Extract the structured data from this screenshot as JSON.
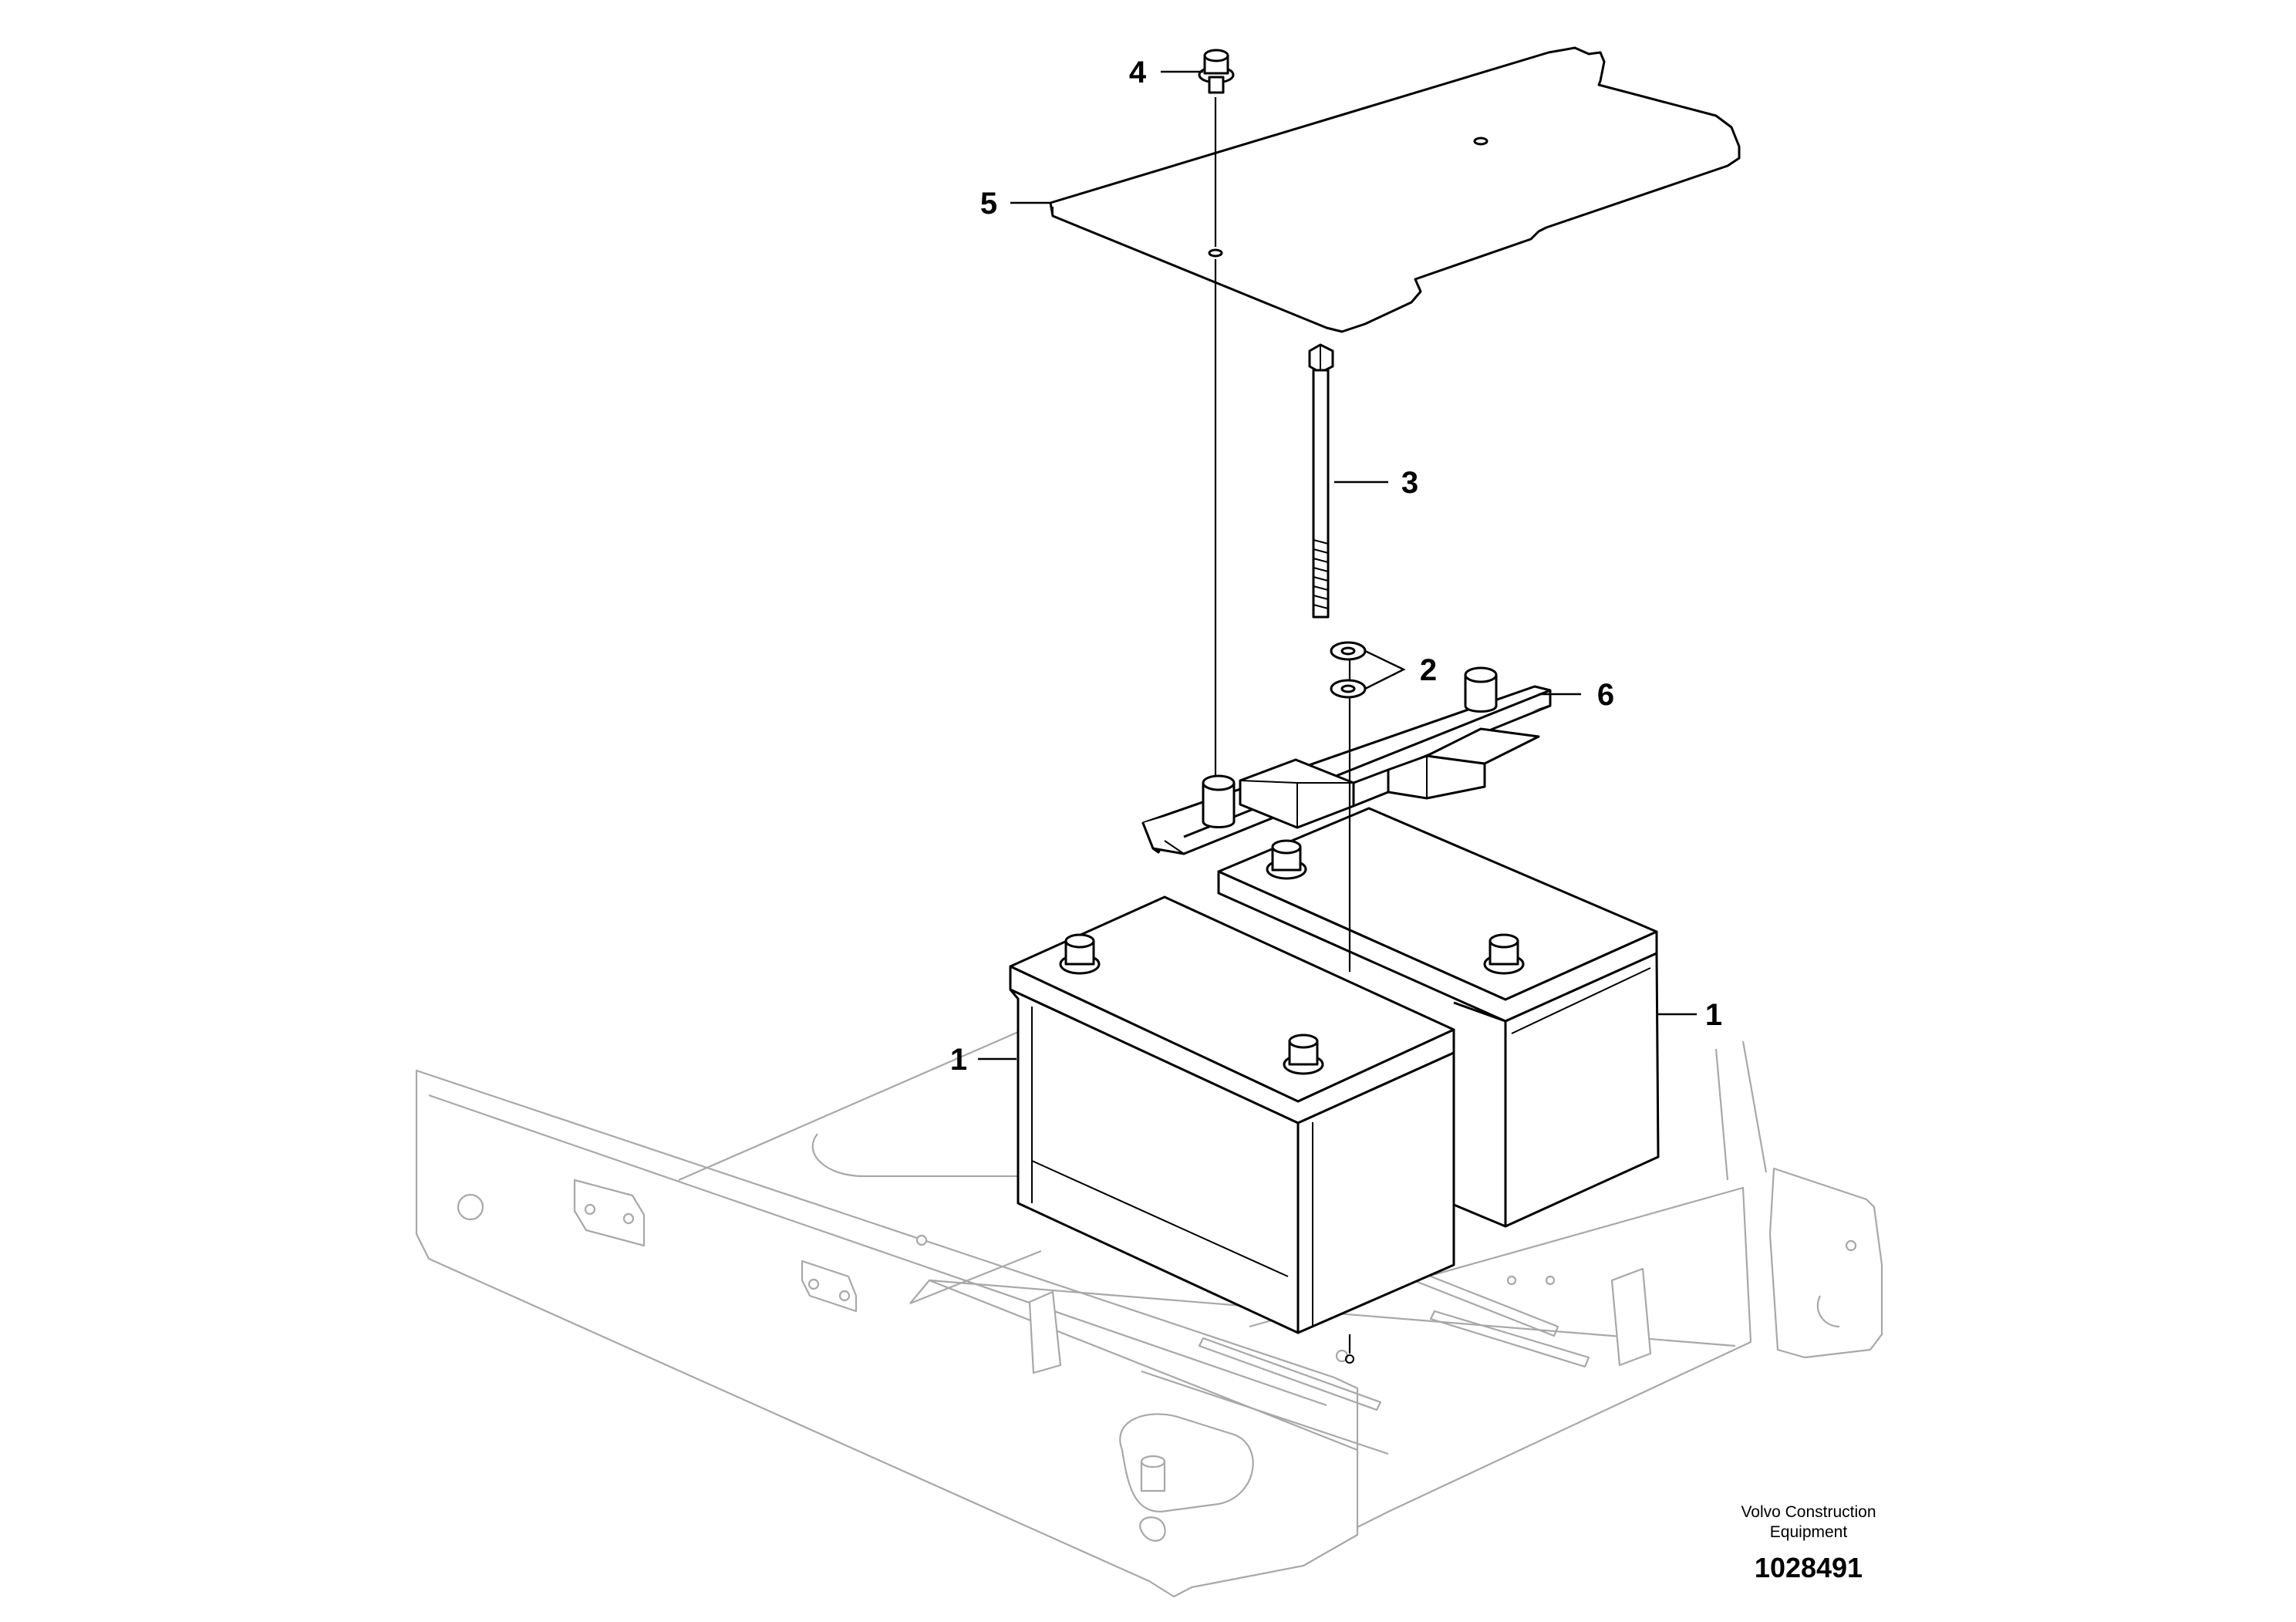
{
  "callouts": {
    "c1": "1",
    "c2": "1",
    "c3": "2",
    "c4": "3",
    "c5": "4",
    "c6": "5",
    "c7": "6"
  },
  "credit": {
    "line1": "Volvo Construction",
    "line2": "Equipment"
  },
  "drawing_number": "1028491"
}
